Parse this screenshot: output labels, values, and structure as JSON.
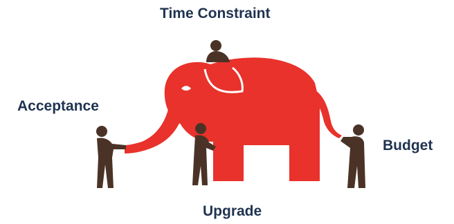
{
  "labels": {
    "top": "Time Constraint",
    "left": "Acceptance",
    "right": "Budget",
    "bottom": "Upgrade"
  },
  "colors": {
    "elephant": "#e8322b",
    "people": "#4a3326",
    "text": "#1f3350",
    "background": "#ffffff"
  }
}
